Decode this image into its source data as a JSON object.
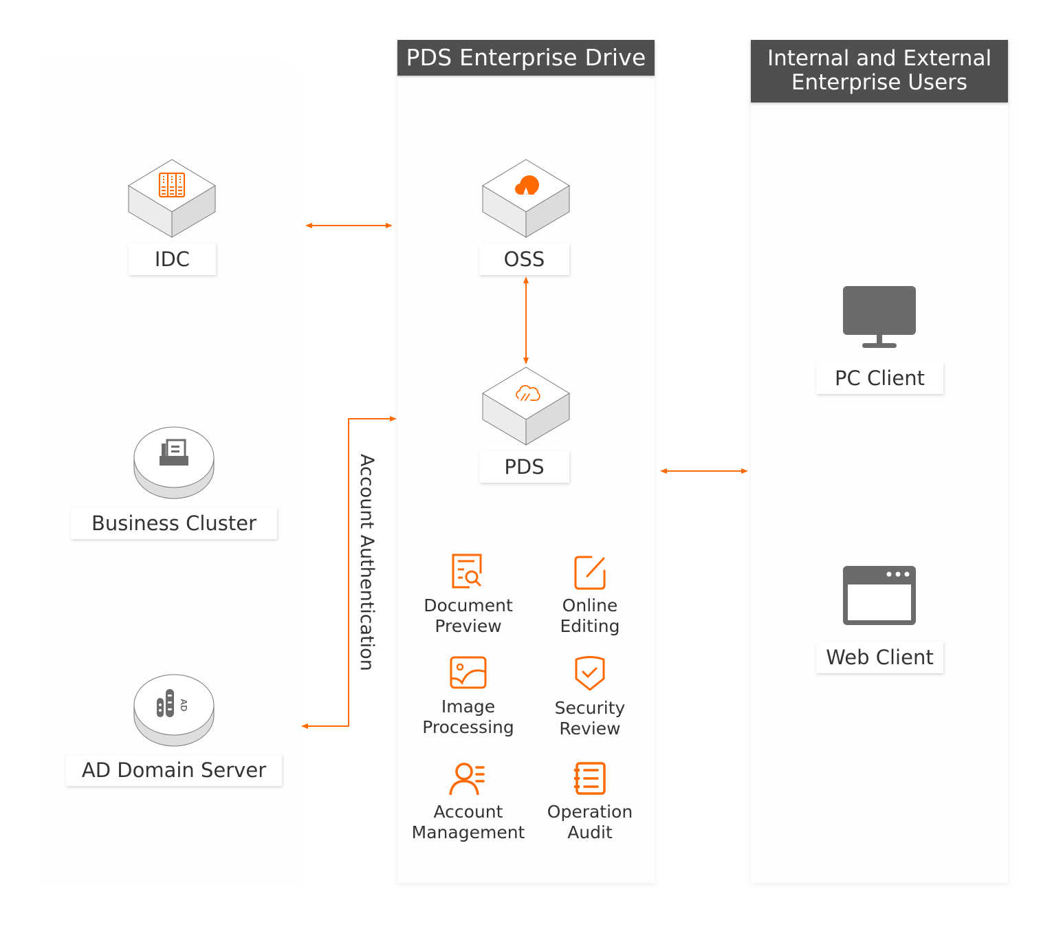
{
  "colors": {
    "accent": "#ff6a00",
    "header_bg": "#4f4f4f",
    "icon_gray": "#6b6b6b",
    "text": "#333333"
  },
  "panels": {
    "left": {
      "nodes": [
        {
          "label": "IDC",
          "icon": "server-rack-icon"
        },
        {
          "label": "Business Cluster",
          "icon": "document-tray-icon"
        },
        {
          "label": "AD Domain Server",
          "icon": "ad-server-icon"
        }
      ]
    },
    "middle": {
      "title": "PDS Enterprise Drive",
      "nodes": [
        {
          "label": "OSS",
          "icon": "cloud-upload-icon"
        },
        {
          "label": "PDS",
          "icon": "cloud-link-icon"
        }
      ],
      "features": [
        {
          "line1": "Document",
          "line2": "Preview",
          "icon": "document-search-icon"
        },
        {
          "line1": "Online",
          "line2": "Editing",
          "icon": "edit-icon"
        },
        {
          "line1": "Image",
          "line2": "Processing",
          "icon": "image-icon"
        },
        {
          "line1": "Security",
          "line2": "Review",
          "icon": "shield-check-icon"
        },
        {
          "line1": "Account",
          "line2": "Management",
          "icon": "user-list-icon"
        },
        {
          "line1": "Operation",
          "line2": "Audit",
          "icon": "audit-log-icon"
        }
      ]
    },
    "right": {
      "title_line1": "Internal and External",
      "title_line2": "Enterprise Users",
      "nodes": [
        {
          "label": "PC Client",
          "icon": "monitor-icon"
        },
        {
          "label": "Web Client",
          "icon": "browser-window-icon"
        }
      ]
    }
  },
  "connectors": {
    "account_auth_label": "Account Authentication"
  }
}
